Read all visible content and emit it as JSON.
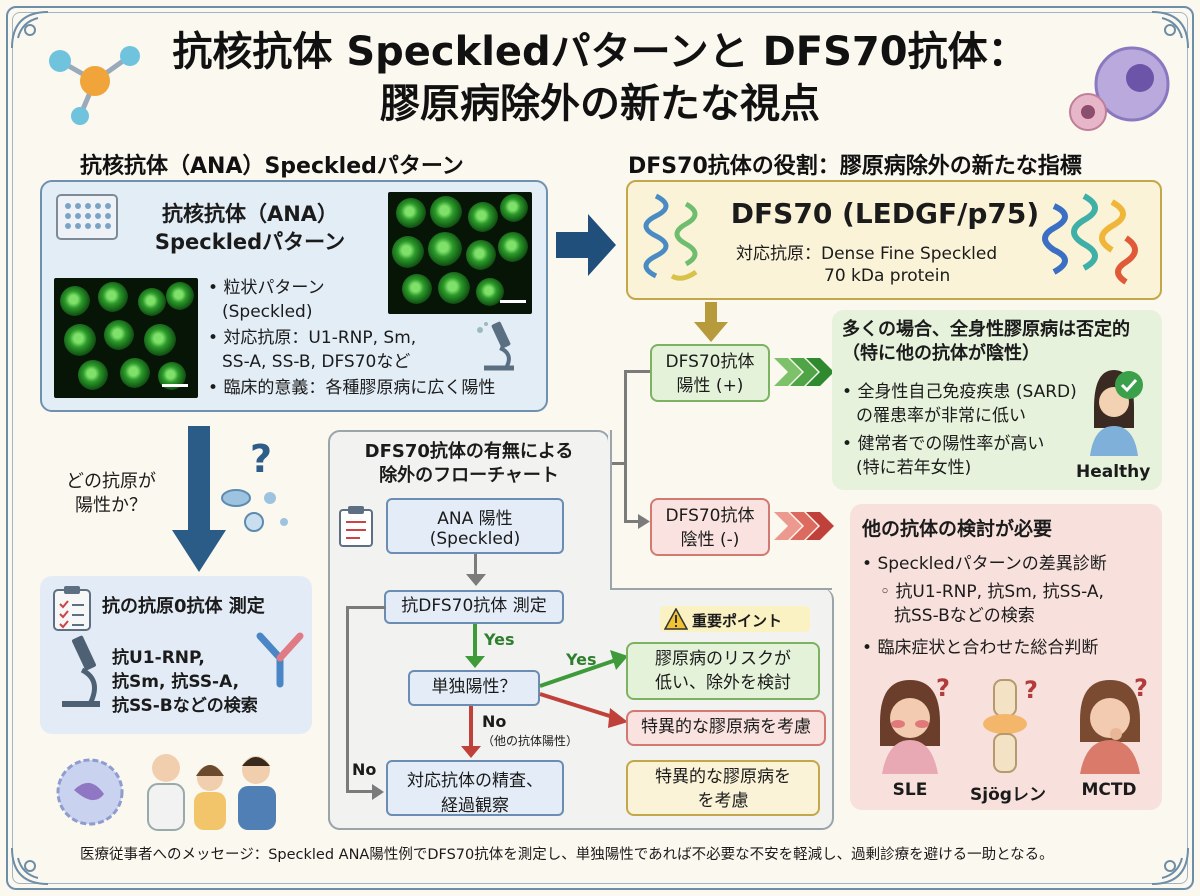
{
  "title": {
    "line1": "抗核抗体 Speckledパターンと DFS70抗体：",
    "line2": "膠原病除外の新たな視点"
  },
  "left": {
    "section_title": "抗核抗体（ANA）Speckledパターン",
    "card_title_1": "抗核抗体（ANA）",
    "card_title_2": "Speckledパターン",
    "bullets": [
      "粒状パターン",
      "(Speckled)",
      "対応抗原：U1-RNP, Sm,",
      "SS-A, SS-B, DFS70など",
      "臨床的意義：各種膠原病に広く陽性"
    ],
    "question_1": "どの抗原が",
    "question_2": "陽性か？",
    "measure_title": "抗の抗原0抗体 測定",
    "measure_lines": [
      "抗U1-RNP,",
      "抗Sm, 抗SS-A,",
      "抗SS-Bなどの検索"
    ]
  },
  "right": {
    "section_title": "DFS70抗体の役割：膠原病除外の新たな指標",
    "dfs_title": "DFS70 (LEDGF/p75)",
    "dfs_antigen_1": "対応抗原：Dense Fine Speckled",
    "dfs_antigen_2": "70 kDa protein",
    "positive_1": "DFS70抗体",
    "positive_2": "陽性 (+)",
    "negative_1": "DFS70抗体",
    "negative_2": "陰性 (-)",
    "green_title_1": "多くの場合、全身性膠原病は否定的",
    "green_title_2": "（特に他の抗体が陰性）",
    "green_bullets": [
      "全身性自己免疫疾患 (SARD)",
      "の罹患率が非常に低い",
      "健常者での陽性率が高い",
      "(特に若年女性)"
    ],
    "healthy": "Healthy",
    "red_title": "他の抗体の検討が必要",
    "red_bullets": [
      "Speckledパターンの差異診断",
      "抗U1-RNP, 抗Sm, 抗SS-A,",
      "抗SS-Bなどの検索",
      "臨床症状と合わせた総合判断"
    ],
    "diseases": [
      "SLE",
      "Sjögレン",
      "MCTD"
    ]
  },
  "flow": {
    "title_1": "DFS70抗体の有無による",
    "title_2": "除外のフローチャート",
    "ana_1": "ANA 陽性",
    "ana_2": "(Speckled)",
    "measure": "抗DFS70抗体 測定",
    "yes": "Yes",
    "single": "単独陽性？",
    "yes2": "Yes",
    "no": "No",
    "no_note": "（他の抗体陽性）",
    "no_left": "No",
    "follow_1": "対応抗体の精査、",
    "follow_2": "経過観察",
    "important": "重要ポイント",
    "risk_1": "膠原病のリスクが",
    "risk_2": "低い、除外を検討",
    "consider": "特異的な膠原病を考慮",
    "consider2_1": "特異的な膠原病を",
    "consider2_2": "を考慮"
  },
  "footer": "医療従事者へのメッセージ：Speckled ANA陽性例でDFS70抗体を測定し、単独陽性であれば不必要な不安を軽減し、過剰診療を避ける一助となる。"
}
